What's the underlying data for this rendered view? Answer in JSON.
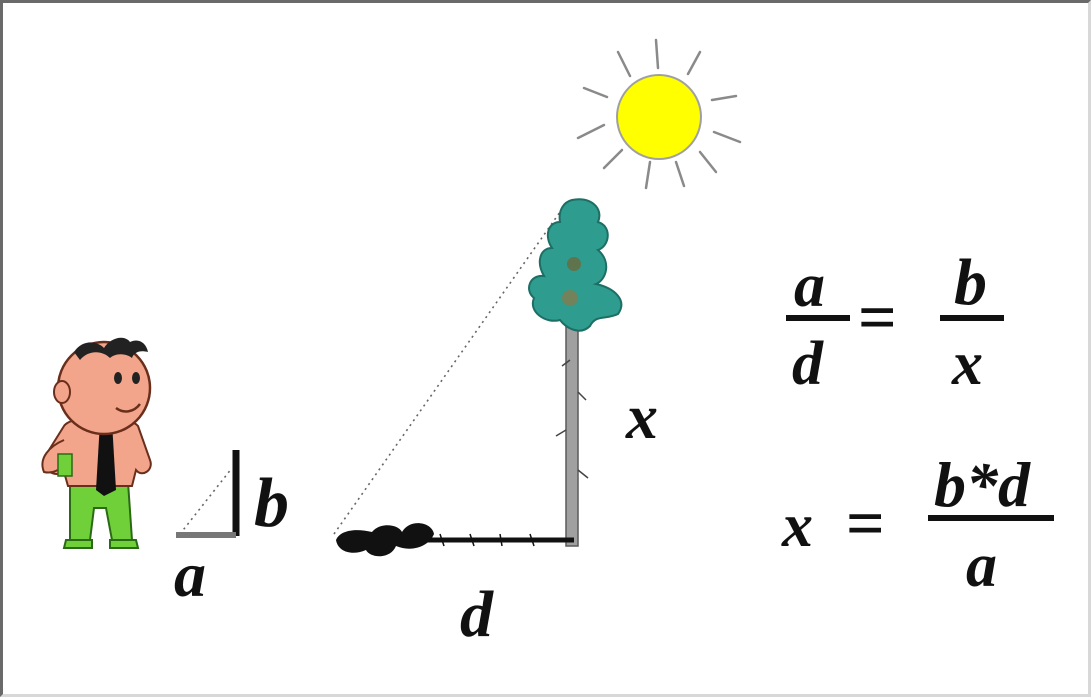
{
  "labels": {
    "a": "a",
    "b": "b",
    "d": "d",
    "x": "x"
  },
  "formula1": {
    "num_left": "a",
    "den_left": "d",
    "equals": "=",
    "num_right": "b",
    "den_right": "x"
  },
  "formula2": {
    "lhs": "x",
    "equals": "=",
    "numerator": "b*d",
    "denominator": "a"
  },
  "colors": {
    "sun": "#ffff00",
    "sun_rays": "#888888",
    "tree_foliage": "#2e9c8e",
    "trunk": "#9a9a9a",
    "skin": "#f2a58a",
    "shirt": "#f2a58a",
    "tie": "#111111",
    "pants": "#6fd03a"
  }
}
